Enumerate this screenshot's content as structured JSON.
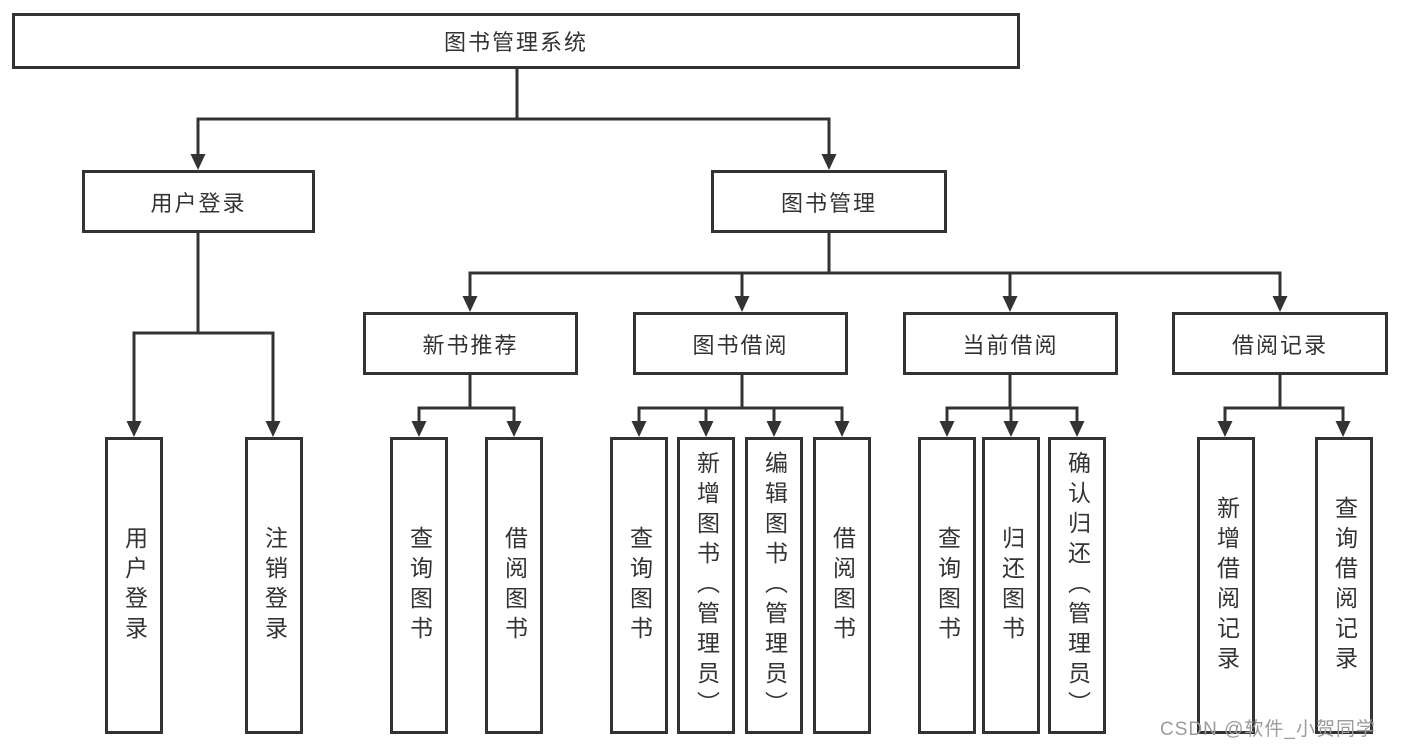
{
  "diagram": {
    "root": "图书管理系统",
    "children": [
      {
        "label": "用户登录",
        "children": [
          {
            "label": "用户登录"
          },
          {
            "label": "注销登录"
          }
        ]
      },
      {
        "label": "图书管理",
        "children": [
          {
            "label": "新书推荐",
            "children": [
              {
                "label": "查询图书"
              },
              {
                "label": "借阅图书"
              }
            ]
          },
          {
            "label": "图书借阅",
            "children": [
              {
                "label": "查询图书"
              },
              {
                "label": "新增图书（管理员）"
              },
              {
                "label": "编辑图书（管理员）"
              },
              {
                "label": "借阅图书"
              }
            ]
          },
          {
            "label": "当前借阅",
            "children": [
              {
                "label": "查询图书"
              },
              {
                "label": "归还图书"
              },
              {
                "label": "确认归还（管理员）"
              }
            ]
          },
          {
            "label": "借阅记录",
            "children": [
              {
                "label": "新增借阅记录"
              },
              {
                "label": "查询借阅记录"
              }
            ]
          }
        ]
      }
    ]
  },
  "watermark": {
    "text": "CSDN @软件_小贺同学",
    "color": "#9b9b9b"
  },
  "colors": {
    "line": "#333333",
    "text": "#333333",
    "box_background": "#ffffff",
    "page_background": "#ffffff"
  }
}
